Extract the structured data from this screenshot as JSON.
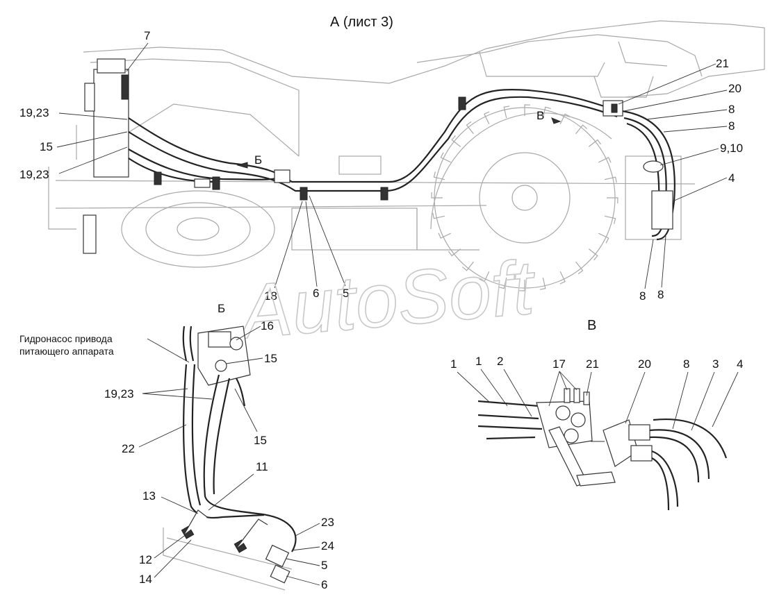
{
  "titles": {
    "main": "А (лист 3)",
    "detail_b": "Б",
    "detail_v": "В"
  },
  "watermark": "AutoSoft",
  "arrows": {
    "b": "Б",
    "v": "В"
  },
  "pump_label": {
    "line1": "Гидронасос привода",
    "line2": "питающего аппарата"
  },
  "callouts_main": {
    "c7": "7",
    "c19_23_a": "19,23",
    "c15": "15",
    "c19_23_b": "19,23",
    "c21": "21",
    "c20": "20",
    "c8_a": "8",
    "c8_b": "8",
    "c9_10": "9,10",
    "c4": "4",
    "c18": "18",
    "c6": "6",
    "c5": "5",
    "c8_c": "8",
    "c8_d": "8"
  },
  "callouts_b": {
    "c16": "16",
    "c15_a": "15",
    "c19_23": "19,23",
    "c15_b": "15",
    "c22": "22",
    "c11": "11",
    "c13": "13",
    "c23": "23",
    "c24": "24",
    "c12": "12",
    "c5": "5",
    "c14": "14",
    "c6": "6"
  },
  "callouts_v": {
    "c1_a": "1",
    "c1_b": "1",
    "c2": "2",
    "c17": "17",
    "c21": "21",
    "c20": "20",
    "c8": "8",
    "c3": "3",
    "c4": "4"
  }
}
